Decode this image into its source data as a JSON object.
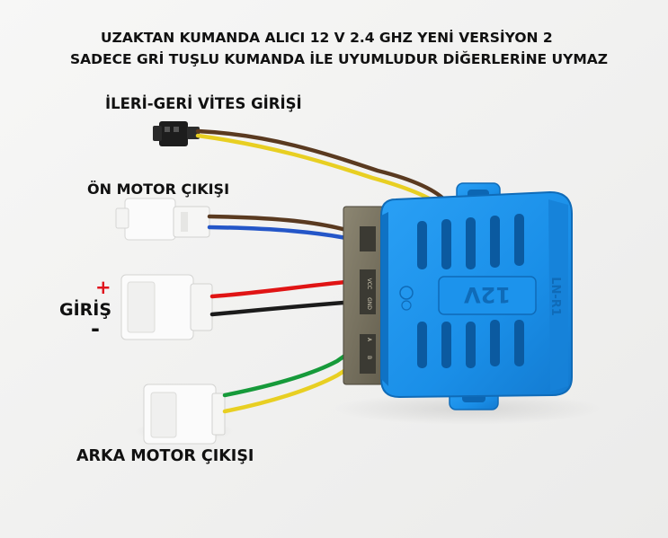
{
  "title": {
    "line1": "UZAKTAN KUMANDA ALICI 12 V 2.4 GHZ YENİ VERSİYON 2",
    "line2": "SADECE GRİ TUŞLU KUMANDA İLE UYUMLUDUR DİĞERLERİNE UYMAZ"
  },
  "labels": {
    "forward_reverse_input": "İLERİ-GERİ VİTES GİRİŞİ",
    "front_motor_output": "ÖN MOTOR ÇIKIŞI",
    "power_input": "GİRİŞ",
    "plus_sign": "+",
    "minus_sign": "-",
    "rear_motor_output": "ARKA MOTOR ÇIKIŞI"
  },
  "device": {
    "voltage_marking": "12V",
    "brand_marking": "LN-R1",
    "board_label_vcc": "VCC",
    "board_label_gnd": "GND",
    "board_label_a": "A",
    "board_label_b": "B"
  },
  "colors": {
    "housing_blue": "#1a8fe8",
    "wire_brown": "#5a3a20",
    "wire_yellow": "#e8cf22",
    "wire_blue": "#2456c8",
    "wire_red": "#e01414",
    "wire_black": "#1b1b1b",
    "wire_green": "#169a3a",
    "plus_red": "#e0141e"
  }
}
